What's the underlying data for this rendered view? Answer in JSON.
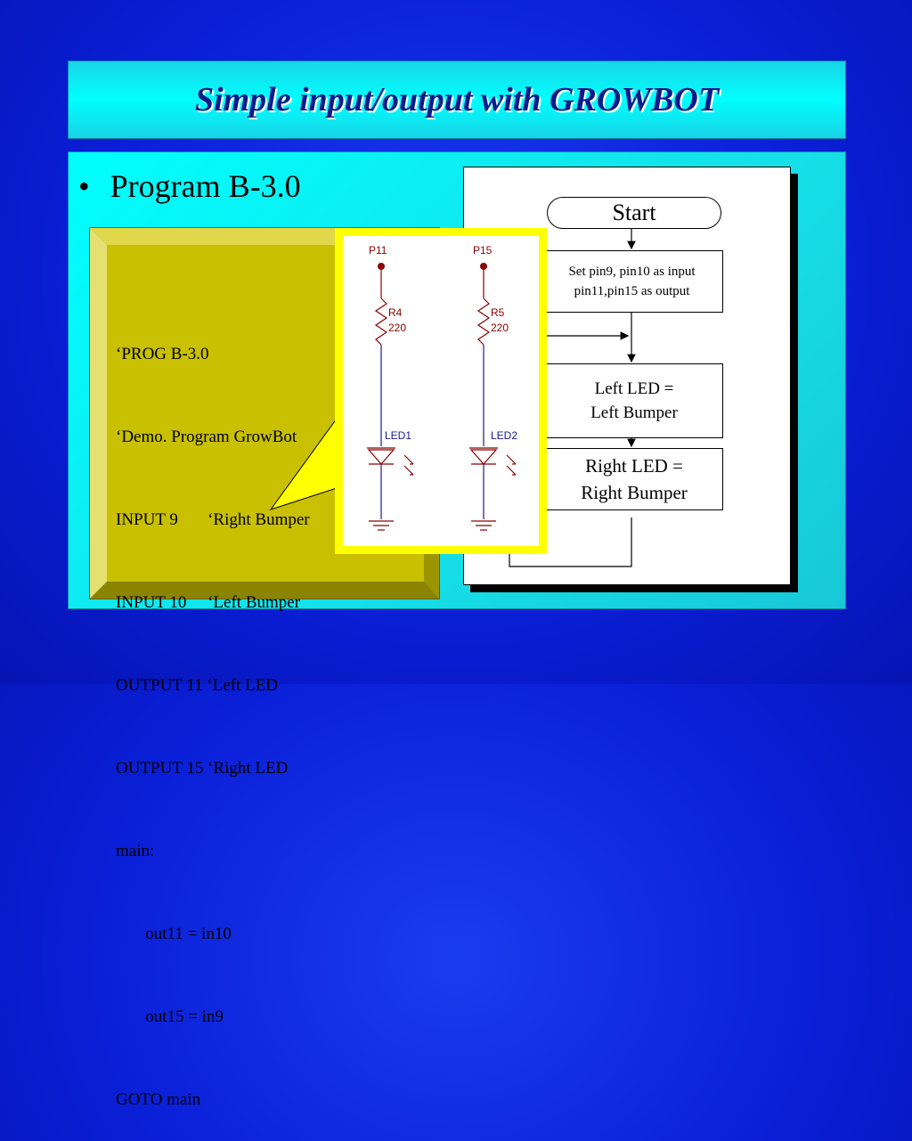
{
  "slide": {
    "title": "Simple input/output with GROWBOT",
    "bullet_marker": "•",
    "bullet_text": "Program B-3.0"
  },
  "code": {
    "lines": [
      "‘PROG B-3.0",
      "‘Demo. Program GrowBot",
      "INPUT 9       ‘Right Bumper",
      "INPUT 10     ‘Left Bumper",
      "OUTPUT 11 ‘Left LED",
      "OUTPUT 15 ‘Right LED",
      "main:",
      "       out11 = in10",
      "       out15 = in9",
      "GOTO main"
    ]
  },
  "flowchart": {
    "start": "Start",
    "set_line1": "Set pin9, pin10  as input",
    "set_line2": "pin11,pin15 as output",
    "left_line1": "Left LED =",
    "left_line2": "Left Bumper",
    "right_line1": "Right LED =",
    "right_line2": "Right Bumper"
  },
  "circuit": {
    "pin_a": "P11",
    "pin_b": "P15",
    "res_a_name": "R4",
    "res_a_value": "220",
    "res_b_name": "R5",
    "res_b_value": "220",
    "led_a": "LED1",
    "led_b": "LED2"
  },
  "colors": {
    "background": "#0a1fd8",
    "title_bar": "#00ffff",
    "title_text": "#0a1a8a",
    "code_box": "#c8c000",
    "callout_frame": "#ffff00",
    "wire": "#1a1a8a",
    "pin_dot": "#8b0000"
  }
}
